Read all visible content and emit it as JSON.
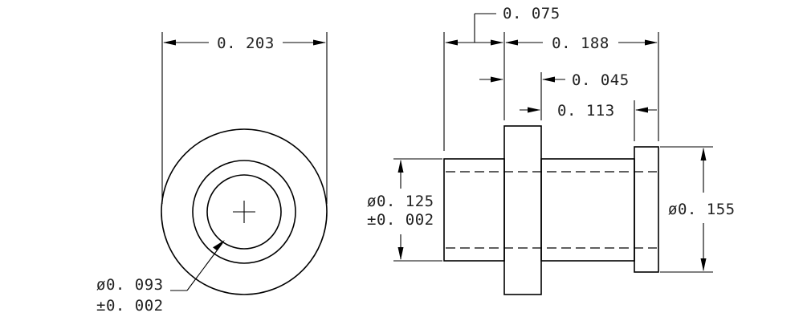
{
  "end_view": {
    "width_label": "0. 203",
    "bore_label_line1": "ø0. 093",
    "bore_label_line2": "±0. 002"
  },
  "side_view": {
    "overall_length_label": "0. 188",
    "flange_offset_label": "0. 075",
    "flange_thickness_label": "0. 045",
    "body_length_label": "0. 113",
    "shank_dia_line1": "ø0. 125",
    "shank_dia_line2": "±0. 002",
    "flange_dia_label": "ø0. 155"
  }
}
